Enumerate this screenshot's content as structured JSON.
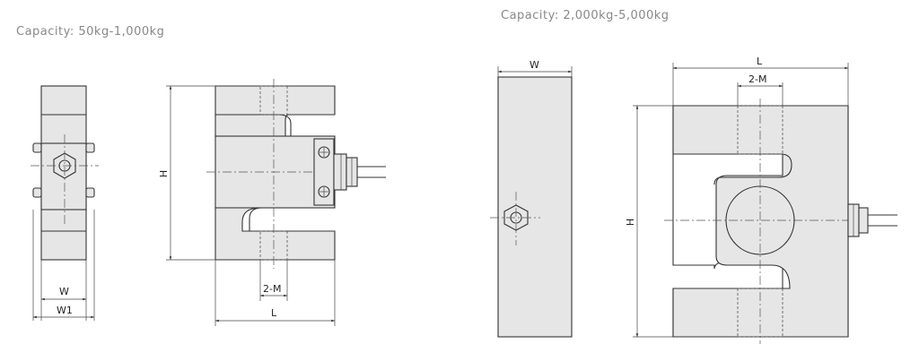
{
  "left_drawing": {
    "capacity_label": "Capacity: 50kg-1,000kg",
    "dim_w": "W",
    "dim_w1": "W1",
    "dim_h": "H",
    "dim_l": "L",
    "dim_thread": "2-M"
  },
  "right_drawing": {
    "capacity_label": "Capacity: 2,000kg-5,000kg",
    "dim_w": "W",
    "dim_h": "H",
    "dim_l": "L",
    "dim_thread": "2-M"
  }
}
